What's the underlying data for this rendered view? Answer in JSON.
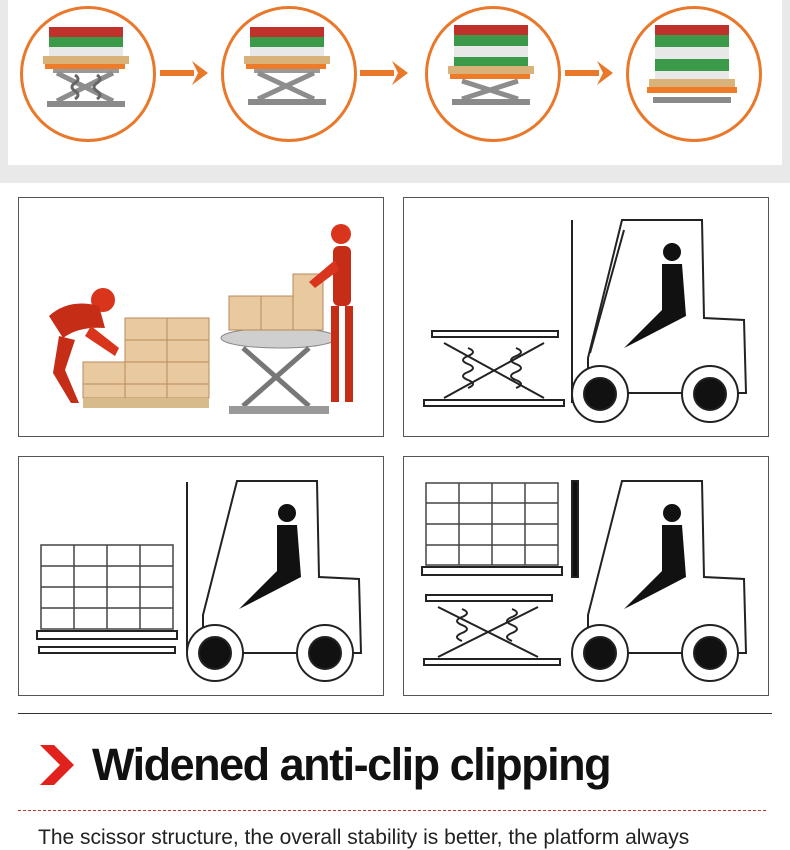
{
  "section": {
    "heading": "Widened anti-clip clipping",
    "body": "The scissor structure, the overall stability is better, the platform always"
  },
  "colors": {
    "accent_orange": "#e9782a",
    "chevron_red": "#e1221c",
    "dashed_rule": "#c0392b"
  },
  "icons": {
    "stage_arrow": "orange-chevron-arrow",
    "heading_marker": "red-chevron-icon"
  }
}
